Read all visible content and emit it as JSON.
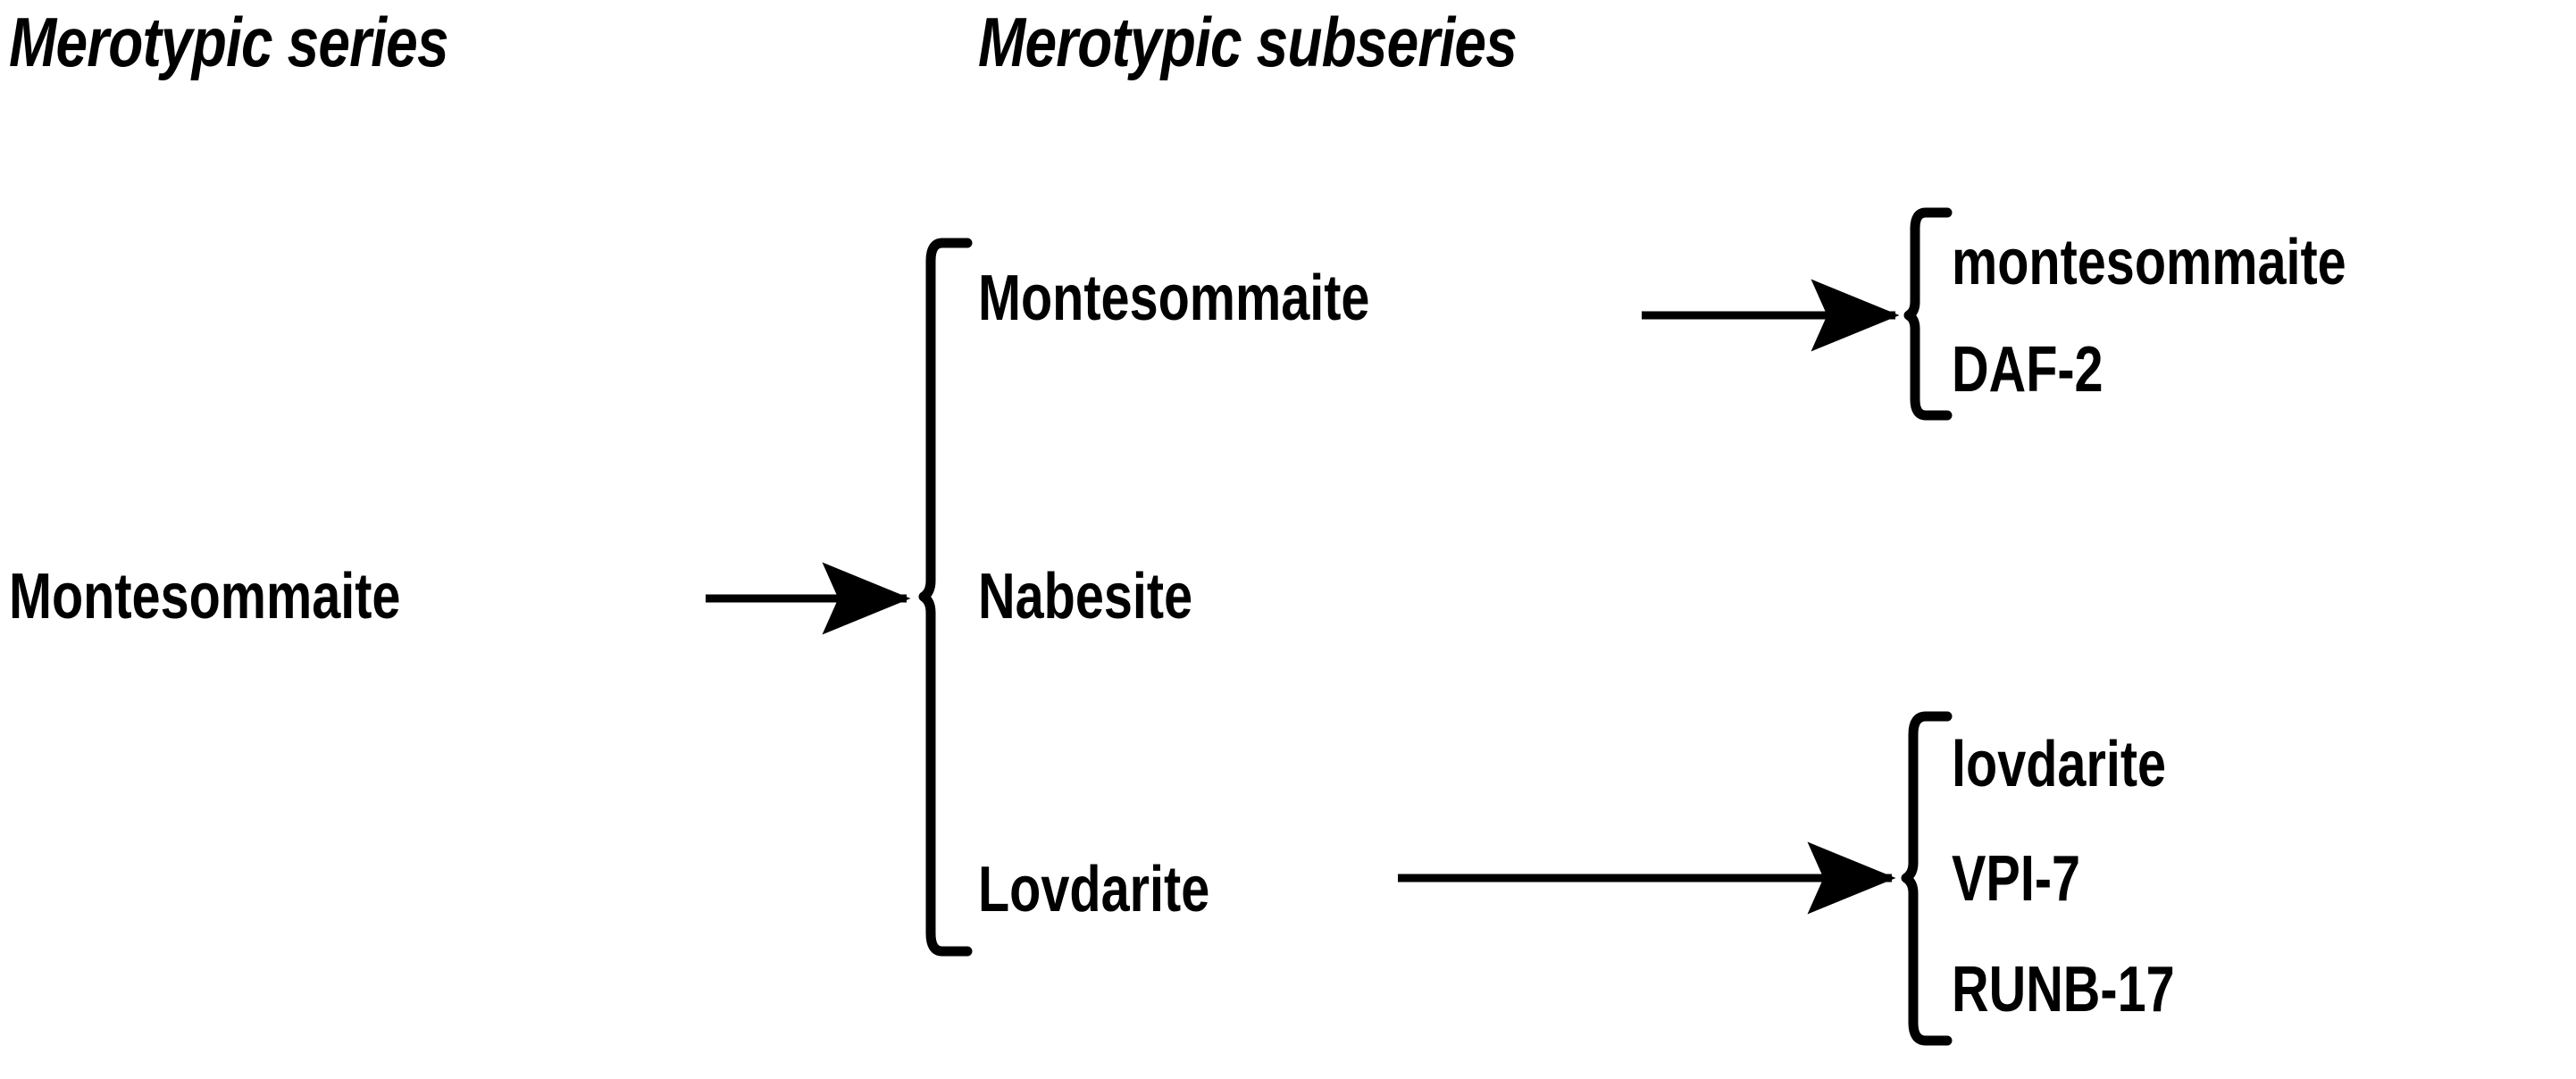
{
  "diagram": {
    "title_left": "Merotypic series",
    "title_right": "Merotypic subseries",
    "background_color": "#ffffff",
    "ink_color": "#000000",
    "columns": [
      {
        "id": "merotypic-series",
        "header": "Merotypic series",
        "items": [
          "Montesommaite"
        ]
      },
      {
        "id": "merotypic-subseries",
        "header": "Merotypic subseries",
        "items": [
          "Montesommaite",
          "Nabesite",
          "Lovdarite"
        ]
      },
      {
        "id": "members",
        "header": "",
        "groups": [
          {
            "parent": "Montesommaite",
            "items": [
              "montesommaite",
              "DAF-2"
            ]
          },
          {
            "parent": "Nabesite",
            "items": []
          },
          {
            "parent": "Lovdarite",
            "items": [
              "lovdarite",
              "VPI-7",
              "RUNB-17"
            ]
          }
        ]
      }
    ],
    "nodes": {
      "root": "Montesommaite",
      "sub_montesommaite": "Montesommaite",
      "sub_nabesite": "Nabesite",
      "sub_lovdarite": "Lovdarite",
      "leaf_montesommaite": "montesommaite",
      "leaf_daf2": "DAF-2",
      "leaf_lovdarite": "lovdarite",
      "leaf_vpi7": "VPI-7",
      "leaf_runb17": "RUNB-17"
    },
    "connectors": {
      "arrow_root_to_subseries": "arrow-right",
      "arrow_montesommaite_to_members": "arrow-right",
      "arrow_lovdarite_to_members": "arrow-right",
      "brace_subseries": "left-curly-brace",
      "brace_montesommaite_members": "left-curly-brace",
      "brace_lovdarite_members": "left-curly-brace"
    }
  }
}
